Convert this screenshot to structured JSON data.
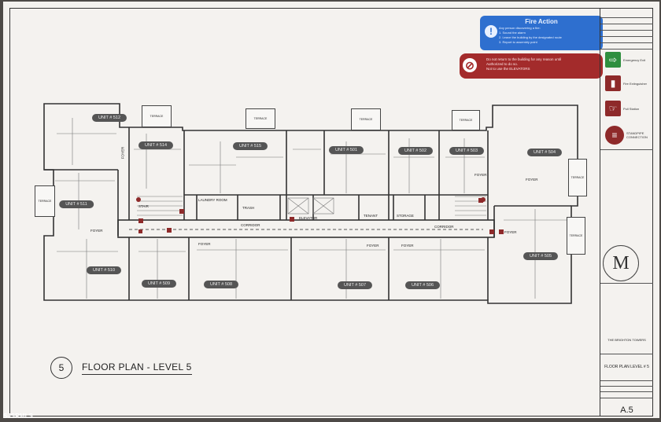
{
  "fire_action": {
    "title": "Fire Action",
    "line1": "Any person discovering a fire:",
    "line2": "1.   Sound the alarm",
    "line3": "2.   Leave the building by the designated route",
    "line4": "3.   Report to assembly point"
  },
  "warning": {
    "line1": "Do not return to the building for any reason until",
    "line2": "Authorized to do so.",
    "line3": "Not to use the ELEVATORS"
  },
  "legend": {
    "items": [
      {
        "label": "Emergency Exit",
        "icon": "emergency-exit-icon",
        "color": "#2f8f3f"
      },
      {
        "label": "Fire Extinguisher",
        "icon": "fire-extinguisher-icon",
        "color": "#8e2a2a"
      },
      {
        "label": "Pull Station",
        "icon": "pull-station-icon",
        "color": "#8e2a2a"
      },
      {
        "label": "STANDPIPE CONNECTION",
        "icon": "standpipe-icon",
        "color": "#8e2a2a"
      }
    ]
  },
  "units": {
    "u512": "UNIT # 512",
    "u514": "UNIT # 514",
    "u515": "UNIT # 515",
    "u501": "UNIT # 501",
    "u502": "UNIT # 502",
    "u503": "UNIT # 503",
    "u504": "UNIT # 504",
    "u511": "UNIT # 511",
    "u510": "UNIT # 510",
    "u509": "UNIT # 509",
    "u508": "UNIT # 508",
    "u507": "UNIT # 507",
    "u506": "UNIT # 506",
    "u505": "UNIT # 505"
  },
  "rooms": {
    "terrace": "TERRACE",
    "foyer": "FOYER",
    "laundry": "LAUNDRY ROOM",
    "trash": "TRASH",
    "elevator": "ELEVATOR",
    "tenant": "TENANT",
    "storage": "STORAGE",
    "corridor": "CORRIDOR",
    "stair": "STAIR"
  },
  "plan": {
    "number": "5",
    "title": "FLOOR PLAN - LEVEL 5"
  },
  "title_block": {
    "project": "THE BRIGHTON TOWERS",
    "sheet_title": "FLOOR PLAN LEVEL # 5",
    "sheet_number": "A.5",
    "logo": "M"
  },
  "watermark": "SJSRMLS",
  "colors": {
    "fire_action": "#2e6fcf",
    "warning": "#a32b2b"
  }
}
